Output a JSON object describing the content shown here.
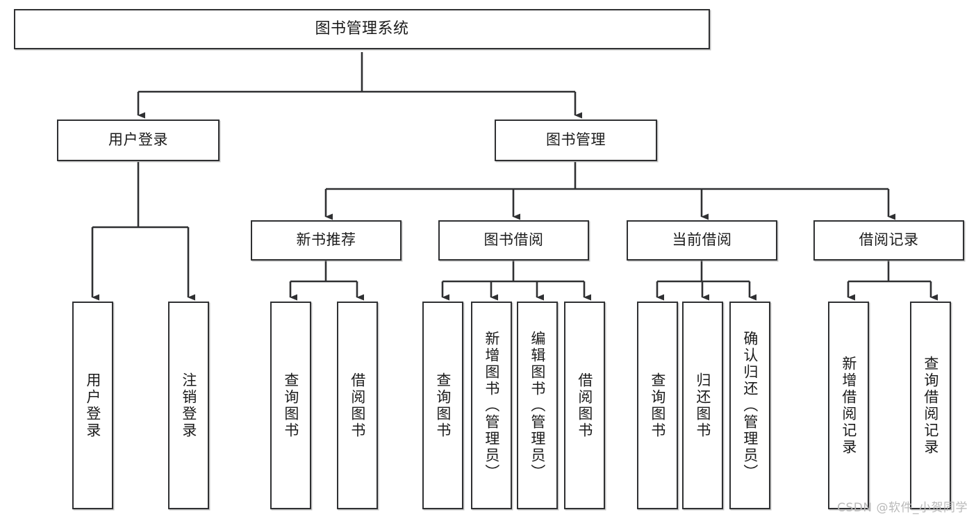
{
  "diagram": {
    "title": "图书管理系统",
    "watermark": "CSDN @软件_小贺同学",
    "colors": {
      "box_border": "#2f3032",
      "box_fill": "#ffffff",
      "connector": "#2f3032",
      "background": "#ffffff",
      "watermark": "#b9b9b9"
    },
    "nodes": {
      "root": "图书管理系统",
      "branch_user_login": "用户登录",
      "branch_book_manage": "图书管理",
      "mid_new_book": "新书推荐",
      "mid_book_borrow": "图书借阅",
      "mid_current_borrow": "当前借阅",
      "mid_borrow_record": "借阅记录",
      "leaf_user_login": "用户登录",
      "leaf_user_logout": "注销登录",
      "leaf_nb_query": "查询图书",
      "leaf_nb_borrow": "借阅图书",
      "leaf_bb_query": "查询图书",
      "leaf_bb_add": "新增图书（管理员）",
      "leaf_bb_edit": "编辑图书（管理员）",
      "leaf_bb_borrow": "借阅图书",
      "leaf_cb_query": "查询图书",
      "leaf_cb_return": "归还图书",
      "leaf_cb_confirm": "确认归还（管理员）",
      "leaf_br_add": "新增借阅记录",
      "leaf_br_query": "查询借阅记录"
    }
  }
}
